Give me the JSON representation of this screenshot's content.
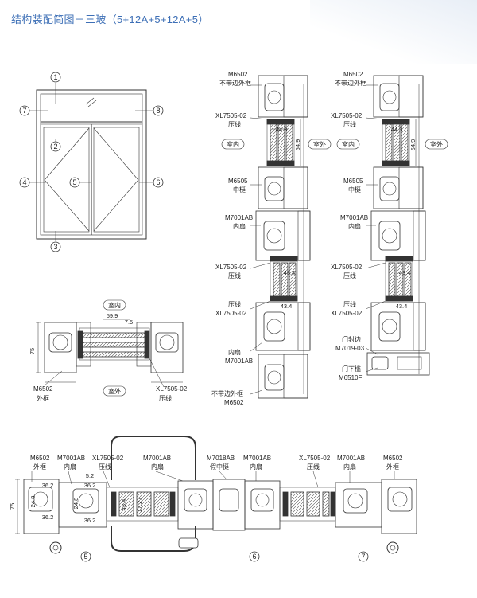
{
  "title": "结构装配简图－三玻（5+12A+5+12A+5）",
  "elevation_markers": [
    "1",
    "2",
    "3",
    "4",
    "5",
    "6",
    "7",
    "8"
  ],
  "left_section": {
    "dim_overall": "75",
    "dim_glass": "59.9",
    "dim_small": "7.5",
    "room_in": "室内",
    "room_out": "室外",
    "label_frame_code": "M6502",
    "label_frame": "外框",
    "label_bead_code": "XL7505-02",
    "label_bead": "压线"
  },
  "vertical_1": {
    "frame_code": "M6502",
    "frame_name": "不带边外框",
    "bead_code": "XL7505-02",
    "bead_name": "压线",
    "room_in": "室内",
    "room_out": "室外",
    "dim_a": "44.3",
    "dim_b": "54.9",
    "mullion_code": "M6505",
    "mullion_name": "中梃",
    "sash_code": "M7001AB",
    "sash_name": "内扇",
    "bead2_code": "XL7505-02",
    "bead2_name": "压线",
    "dim_c": "43.4",
    "bead3_name": "压线",
    "bead3_code": "XL7505-02",
    "dim_d": "43.4",
    "sash2_name": "内扇",
    "sash2_code": "M7001AB",
    "frame2_name": "不带边外框",
    "frame2_code": "M6502"
  },
  "vertical_2": {
    "frame_code": "M6502",
    "frame_name": "不带边外框",
    "bead_code": "XL7505-02",
    "bead_name": "压线",
    "room_in": "室内",
    "room_out": "室外",
    "dim_a": "44.3",
    "dim_b": "54.9",
    "mullion_code": "M6505",
    "mullion_name": "中梃",
    "sash_code": "M7001AB",
    "sash_name": "内扇",
    "bead2_code": "XL7505-02",
    "bead2_name": "压线",
    "dim_c": "43.4",
    "bead3_name": "压线",
    "bead3_code": "XL7505-02",
    "dim_d": "43.4",
    "seal_name": "门封边",
    "seal_code": "M7019-03",
    "sill_name": "门下槛",
    "sill_code": "M6510F"
  },
  "bottom_section": {
    "l1_code": "M6502",
    "l1_name": "外框",
    "l2_code": "M7001AB",
    "l2_name": "内扇",
    "l3_code": "XL7505-02",
    "l3_name": "压线",
    "l4_code": "M7001AB",
    "l4_name": "内扇",
    "l5_code": "M7018AB",
    "l5_name": "假中挺",
    "l6_code": "M7001AB",
    "l6_name": "内扇",
    "l7_code": "XL7505-02",
    "l7_name": "压线",
    "l8_code": "M7001AB",
    "l8_name": "内扇",
    "l9_code": "M6502",
    "l9_name": "外框",
    "dim_75": "75",
    "dim_36a": "36.2",
    "dim_36b": "36.2",
    "dim_36c": "36.2",
    "dim_36d": "36.2",
    "dim_248a": "24.8",
    "dim_248b": "24.8",
    "dim_52": "5.2",
    "dim_434": "43.4",
    "dim_1727": "17.27",
    "marker_5": "5",
    "marker_6": "6",
    "marker_7": "7"
  }
}
